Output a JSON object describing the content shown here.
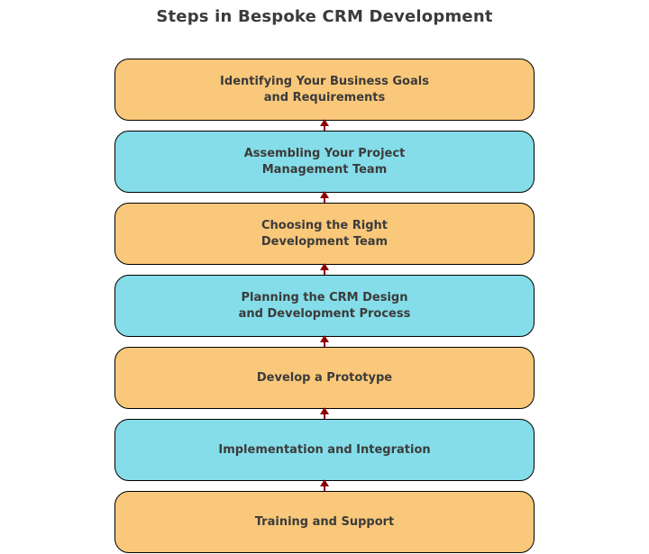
{
  "title": "Steps in Bespoke CRM Development",
  "colors": {
    "orange": "#FAC87A",
    "cyan": "#85DDE9",
    "arrow": "#8B0000",
    "text": "#3B3B3B",
    "border": "#000000",
    "background": "#FFFFFF"
  },
  "steps": [
    {
      "label": "Identifying Your Business Goals\nand Requirements",
      "fill": "orange"
    },
    {
      "label": "Assembling Your Project\nManagement Team",
      "fill": "cyan"
    },
    {
      "label": "Choosing the Right\nDevelopment Team",
      "fill": "orange"
    },
    {
      "label": "Planning the CRM Design\nand Development Process",
      "fill": "cyan"
    },
    {
      "label": "Develop a Prototype",
      "fill": "orange"
    },
    {
      "label": "Implementation and Integration",
      "fill": "cyan"
    },
    {
      "label": "Training and Support",
      "fill": "orange"
    }
  ]
}
